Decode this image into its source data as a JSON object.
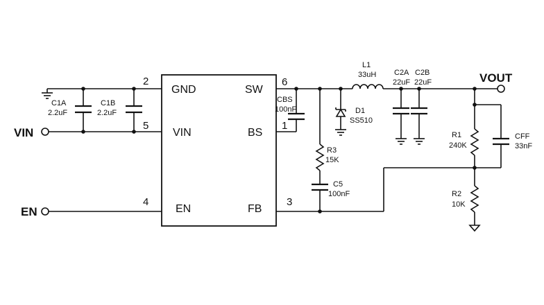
{
  "ic": {
    "pins": {
      "gnd": "GND",
      "vin": "VIN",
      "en": "EN",
      "sw": "SW",
      "bs": "BS",
      "fb": "FB"
    },
    "pin_numbers": {
      "gnd": "2",
      "vin": "5",
      "en": "4",
      "sw": "6",
      "bs": "1",
      "fb": "3"
    }
  },
  "nets": {
    "vin": "VIN",
    "en": "EN",
    "vout": "VOUT"
  },
  "components": {
    "c1a": {
      "ref": "C1A",
      "value": "2.2uF"
    },
    "c1b": {
      "ref": "C1B",
      "value": "2.2uF"
    },
    "cbs": {
      "ref": "CBS",
      "value": "100nF"
    },
    "r3": {
      "ref": "R3",
      "value": "15K"
    },
    "c5": {
      "ref": "C5",
      "value": "100nF"
    },
    "d1": {
      "ref": "D1",
      "value": "SS510"
    },
    "l1": {
      "ref": "L1",
      "value": "33uH"
    },
    "c2a": {
      "ref": "C2A",
      "value": "22uF"
    },
    "c2b": {
      "ref": "C2B",
      "value": "22uF"
    },
    "r1": {
      "ref": "R1",
      "value": "240K"
    },
    "r2": {
      "ref": "R2",
      "value": "10K"
    },
    "cff": {
      "ref": "CFF",
      "value": "33nF"
    }
  }
}
